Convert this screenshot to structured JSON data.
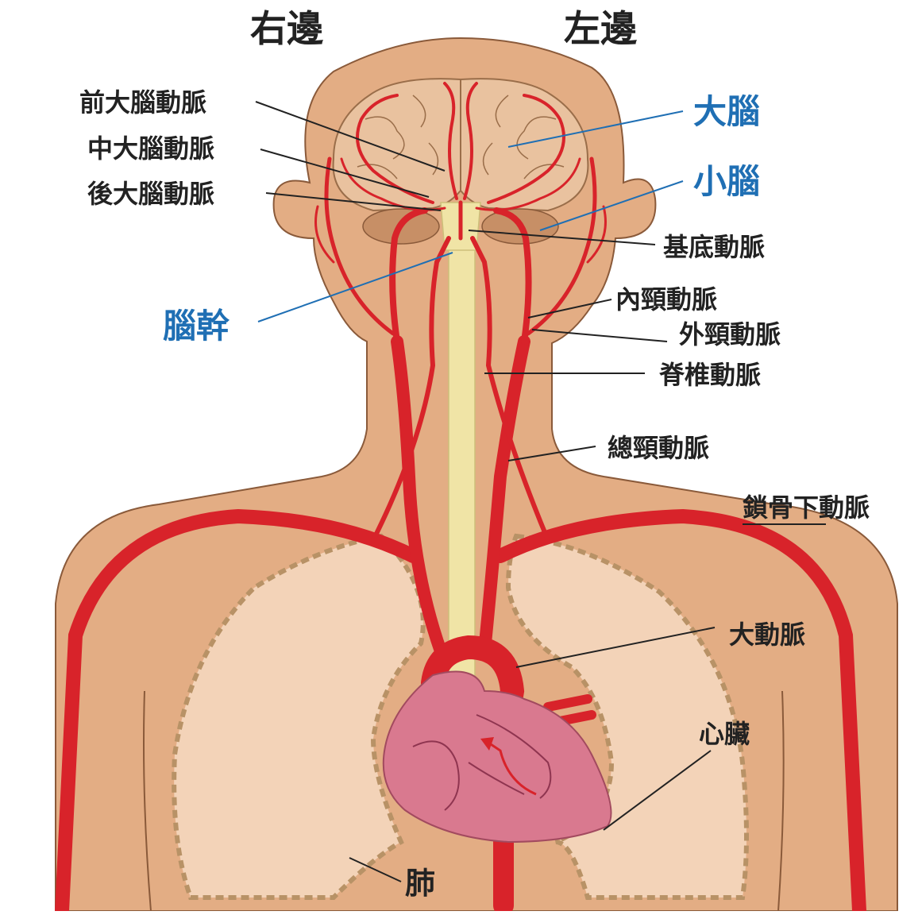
{
  "header": {
    "right_side": "右邊",
    "left_side": "左邊"
  },
  "labels": {
    "anterior_cerebral_artery": "前大腦動脈",
    "middle_cerebral_artery": "中大腦動脈",
    "posterior_cerebral_artery": "後大腦動脈",
    "cerebrum": "大腦",
    "cerebellum": "小腦",
    "basilar_artery": "基底動脈",
    "brainstem": "腦幹",
    "internal_carotid_artery": "內頸動脈",
    "external_carotid_artery": "外頸動脈",
    "vertebral_artery": "脊椎動脈",
    "common_carotid_artery": "總頸動脈",
    "subclavian_artery": "鎖骨下動脈",
    "aorta": "大動脈",
    "heart": "心臟",
    "lung": "肺"
  },
  "colors": {
    "skin": "#e3ad84",
    "skin_outline": "#8a5a3a",
    "artery": "#d8232a",
    "lung_fill": "#f3d3b8",
    "lung_border": "#b89266",
    "brain_fill": "#e9c29f",
    "heart_fill": "#d9798f",
    "spine": "#f0e4a6",
    "label_dark": "#222222",
    "label_blue": "#1f6fb4"
  }
}
